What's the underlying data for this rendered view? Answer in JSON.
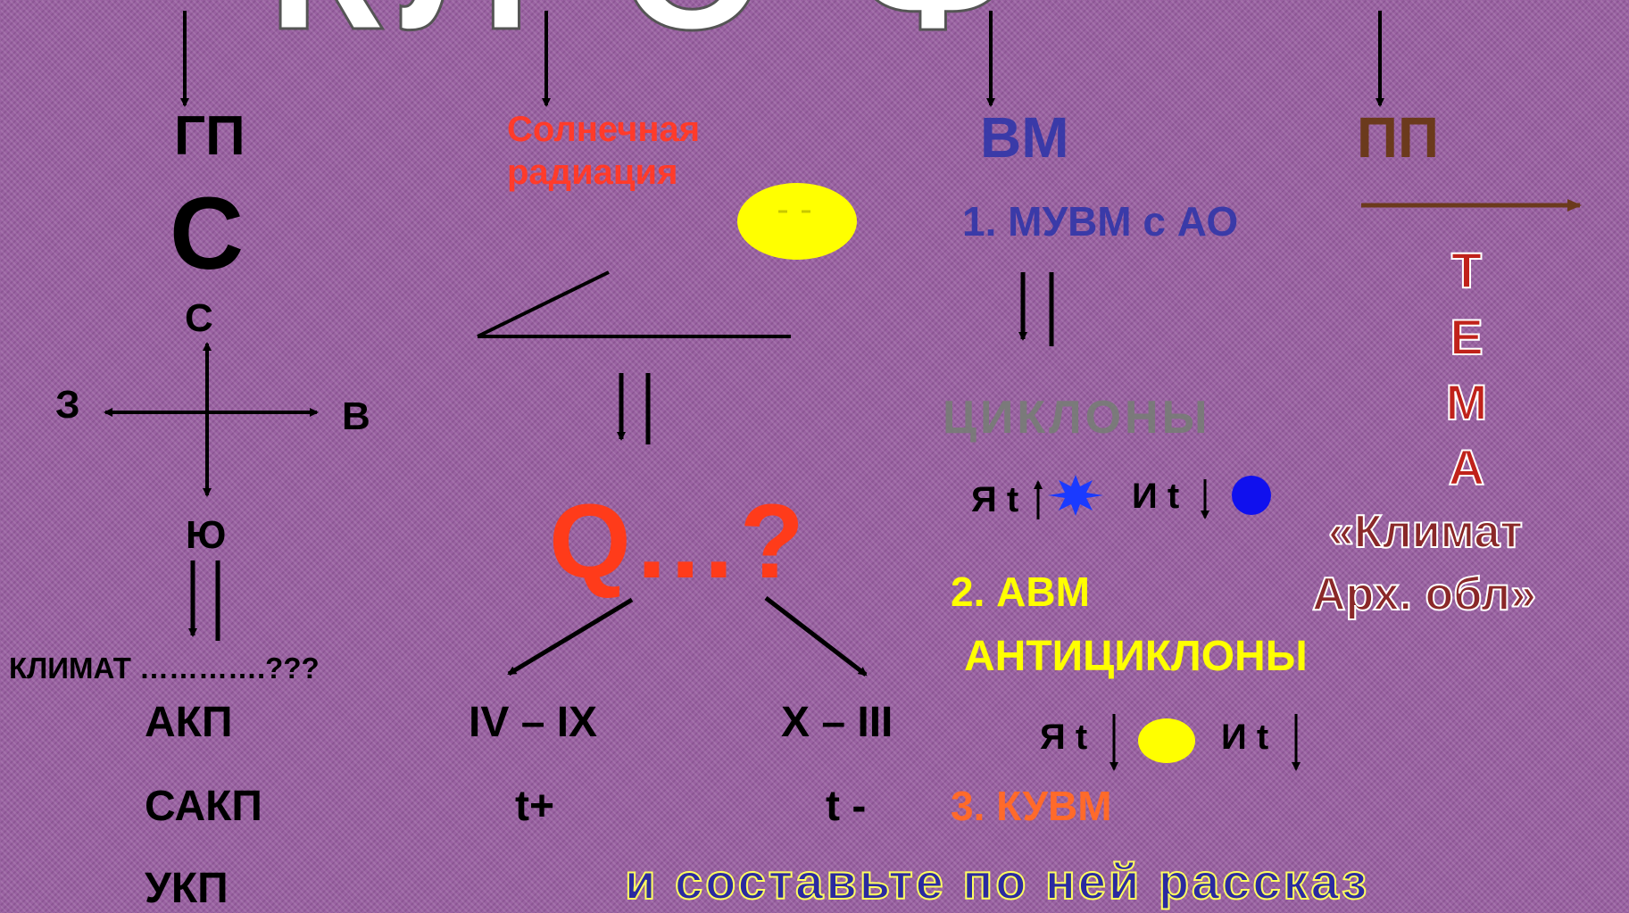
{
  "title_fragment": "КЛ О Ф",
  "gp": {
    "label": "ГП",
    "big_letter": "С",
    "compass": {
      "north": "С",
      "west": "З",
      "east": "В",
      "south": "Ю"
    },
    "climate_line": "КЛИМАТ ………….???",
    "belts": [
      "АКП",
      "САКП",
      "УКП"
    ]
  },
  "sun": {
    "label_line1": "Солнечная",
    "label_line2": "радиация",
    "q_label": "Q…?",
    "months_left": "IV – IX",
    "months_right": "X – III",
    "temp_left": "t+",
    "temp_right": "t -"
  },
  "vm": {
    "label": "ВМ",
    "item1": "1. МУВМ с АО",
    "cyclones": "ЦИКЛОНЫ",
    "cyc_summer": "Я t",
    "cyc_winter": "И t",
    "item2": "2. АВМ",
    "anticyclones": "АНТИЦИКЛОНЫ",
    "anti_summer": "Я t",
    "anti_winter": "И t",
    "item3": "3. КУВМ"
  },
  "pp": {
    "label": "ПП",
    "tema_letters": [
      "Т",
      "Е",
      "М",
      "А"
    ],
    "theme_line1": "«Климат",
    "theme_line2": "Арх. обл»"
  },
  "bottom_text": "и составьте по ней рассказ",
  "colors": {
    "background": "#9a62a2",
    "sun": "#ffff00",
    "red": "#ff3b1a",
    "blue_text": "#3a3aa8",
    "brown": "#6b3a1c",
    "snow_star": "#1a3aff",
    "rain_dot": "#1010ee"
  }
}
